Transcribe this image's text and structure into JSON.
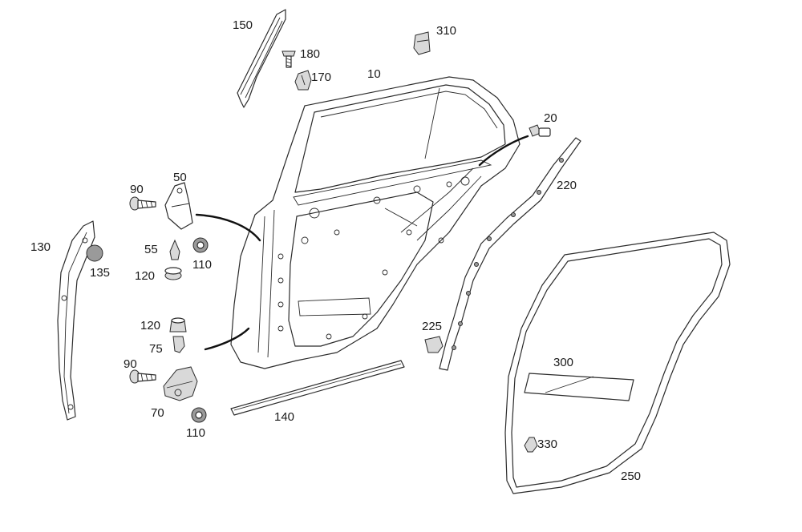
{
  "diagram": {
    "labels": {
      "p10": "10",
      "p20": "20",
      "p50": "50",
      "p55": "55",
      "p70": "70",
      "p75": "75",
      "p90_top": "90",
      "p90_bottom": "90",
      "p110_top": "110",
      "p110_bottom": "110",
      "p120_top": "120",
      "p120_bottom": "120",
      "p130": "130",
      "p135": "135",
      "p140": "140",
      "p150": "150",
      "p170": "170",
      "p180": "180",
      "p220": "220",
      "p225": "225",
      "p250": "250",
      "p300": "300",
      "p310": "310",
      "p330": "330"
    },
    "colors": {
      "line": "#2b2b2b",
      "fill_light": "#d9d9d9",
      "fill_dark": "#9a9a9a",
      "background": "#ffffff"
    }
  }
}
